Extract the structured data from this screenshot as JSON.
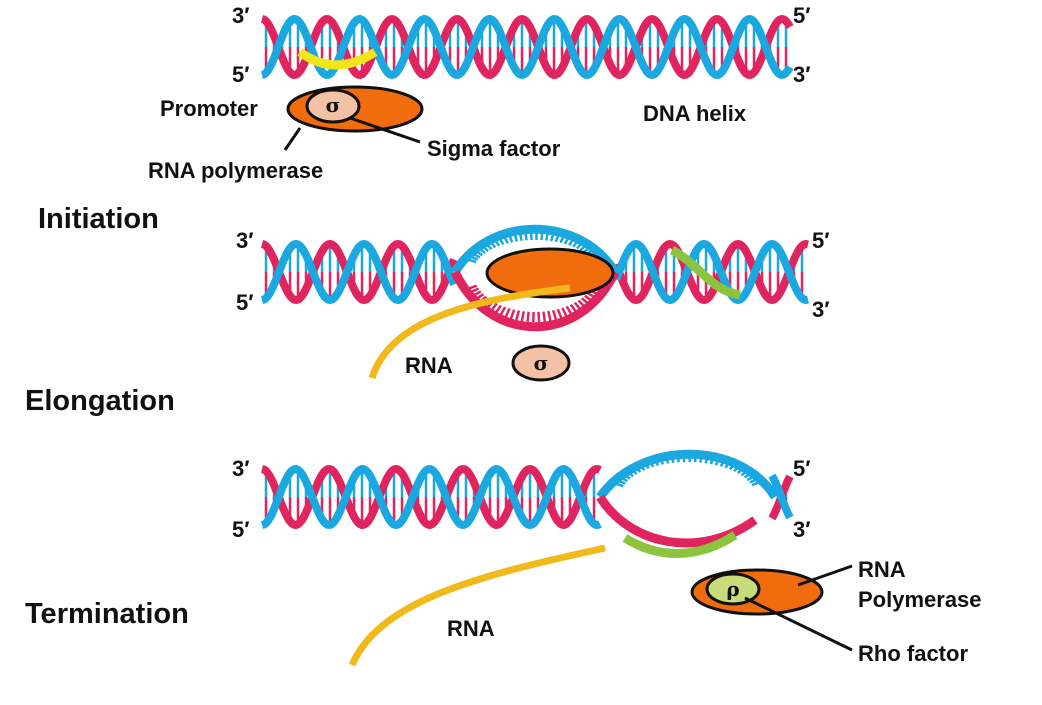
{
  "colors": {
    "strand_blue": "#1ba7e0",
    "strand_red": "#e0245e",
    "promoter": "#f3e51b",
    "terminator": "#8cc43f",
    "polymerase": "#f06c0c",
    "sigma": "#f3c2a6",
    "rho": "#c8dc7a",
    "rna": "#f2b91c"
  },
  "panel1": {
    "end_tl": "3′",
    "end_bl": "5′",
    "end_tr": "5′",
    "end_br": "3′",
    "promoter": "Promoter",
    "sigma_symbol": "σ",
    "sigma_factor": "Sigma factor",
    "rna_polymerase": "RNA polymerase",
    "dna_helix": "DNA helix"
  },
  "panel2": {
    "title": "Initiation",
    "end_tl": "3′",
    "end_bl": "5′",
    "end_tr": "5′",
    "end_br": "3′",
    "rna": "RNA",
    "sigma_symbol": "σ"
  },
  "panel3": {
    "title": "Elongation",
    "end_tl": "3′",
    "end_bl": "5′",
    "end_tr": "5′",
    "end_br": "3′",
    "rna": "RNA",
    "rho_symbol": "ρ",
    "rna_polymerase_1": "RNA",
    "rna_polymerase_2": "Polymerase",
    "rho_factor": "Rho factor"
  },
  "panel4": {
    "title": "Termination"
  }
}
